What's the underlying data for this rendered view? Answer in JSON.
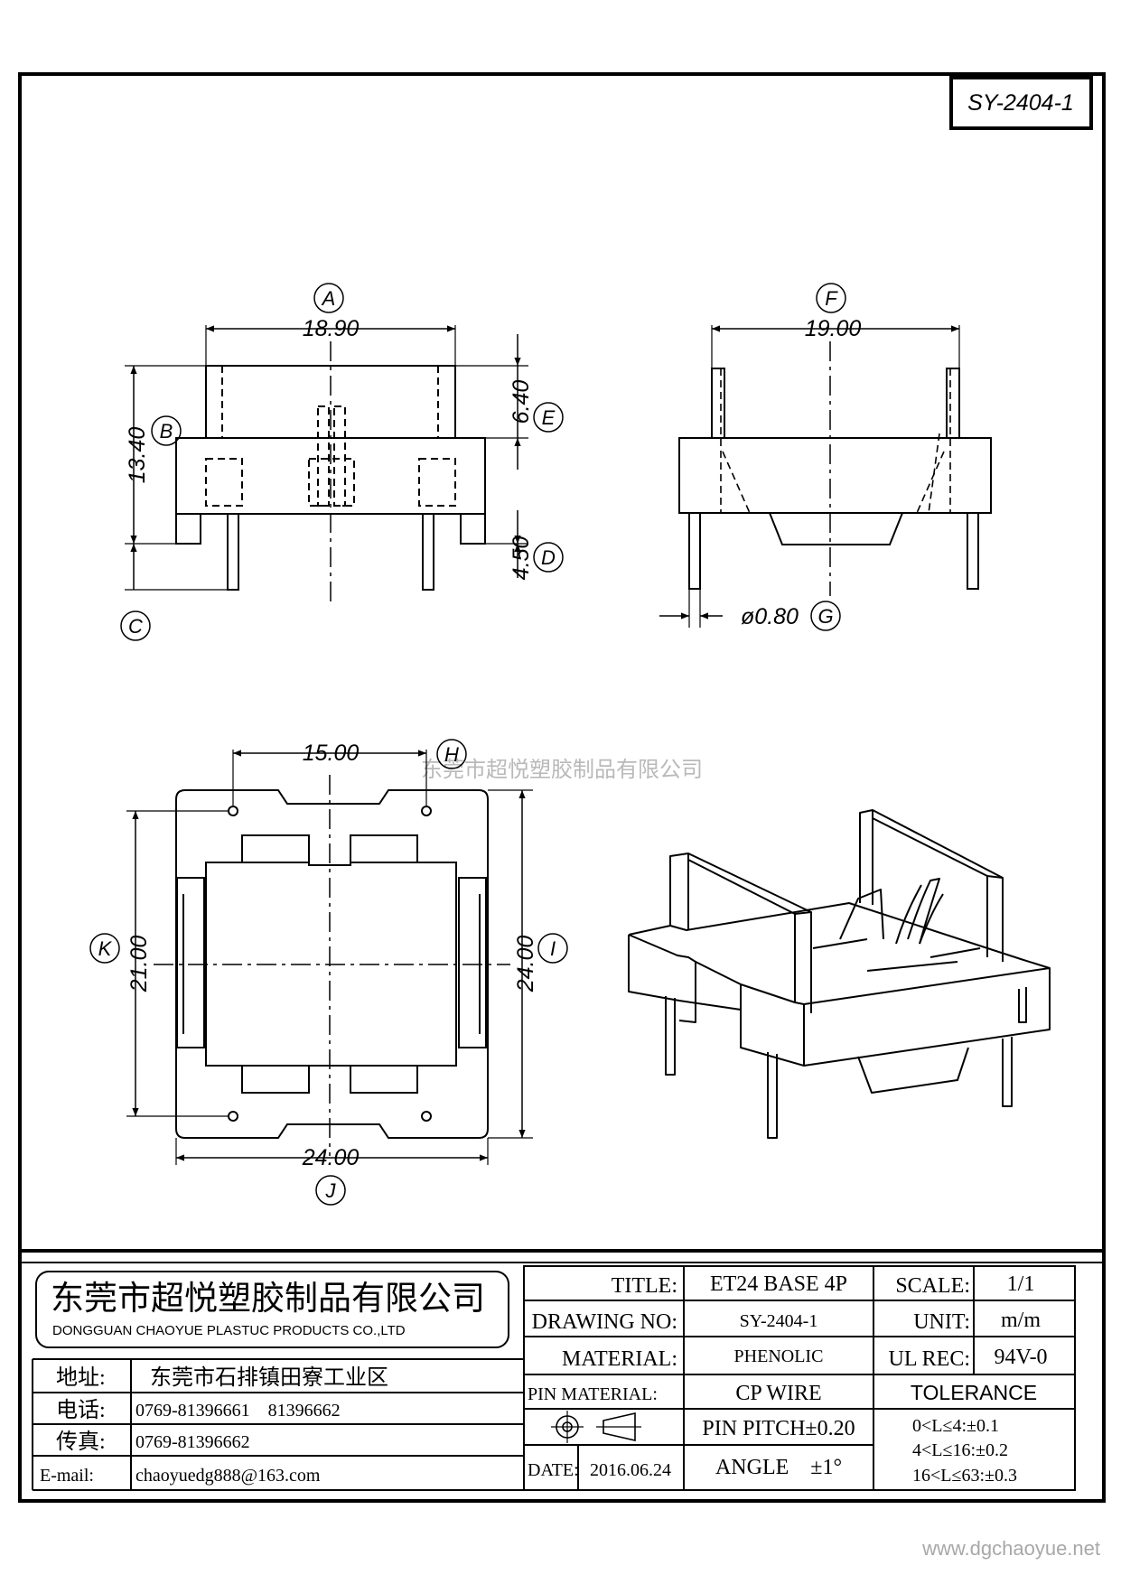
{
  "drawing_code": "SY-2404-1",
  "watermark": "东莞市超悦塑胶制品有限公司",
  "website": "www.dgchaoyue.net",
  "views": {
    "front": {
      "dim_A": "18.90",
      "dim_B": "13.40",
      "dim_E": "6.40",
      "dim_D": "4.50",
      "label_A": "A",
      "label_B": "B",
      "label_C": "C",
      "label_D": "D",
      "label_E": "E"
    },
    "side": {
      "dim_F": "19.00",
      "dim_G": "ø0.80",
      "label_F": "F",
      "label_G": "G"
    },
    "bottom": {
      "dim_H": "15.00",
      "dim_K": "21.00",
      "dim_I": "24.00",
      "dim_J": "24.00",
      "label_H": "H",
      "label_I": "I",
      "label_J": "J",
      "label_K": "K"
    }
  },
  "company": {
    "name_cn": "东莞市超悦塑胶制品有限公司",
    "name_en": "DONGGUAN CHAOYUE PLASTUC PRODUCTS CO.,LTD",
    "address_label": "地址:",
    "address": "东莞市石排镇田寮工业区",
    "phone_label": "电话:",
    "phone": "0769-81396661　81396662",
    "fax_label": "传真:",
    "fax": "0769-81396662",
    "email_label": "E-mail:",
    "email": "chaoyuedg888@163.com"
  },
  "title_block": {
    "title_label": "TITLE:",
    "title": "ET24 BASE 4P",
    "drawing_no_label": "DRAWING NO:",
    "drawing_no": "SY-2404-1",
    "material_label": "MATERIAL:",
    "material": "PHENOLIC",
    "pin_material_label": "PIN MATERIAL:",
    "pin_material": "CP WIRE",
    "pin_pitch": "PIN PITCH±0.20",
    "date_label": "DATE:",
    "date": "2016.06.24",
    "angle": "ANGLE　±1°",
    "scale_label": "SCALE:",
    "scale": "1/1",
    "unit_label": "UNIT:",
    "unit": "m/m",
    "ul_label": "UL REC:",
    "ul": "94V-0",
    "tolerance_label": "TOLERANCE",
    "tolerances": [
      "0<L≤4:±0.1",
      "4<L≤16:±0.2",
      "16<L≤63:±0.3"
    ]
  }
}
